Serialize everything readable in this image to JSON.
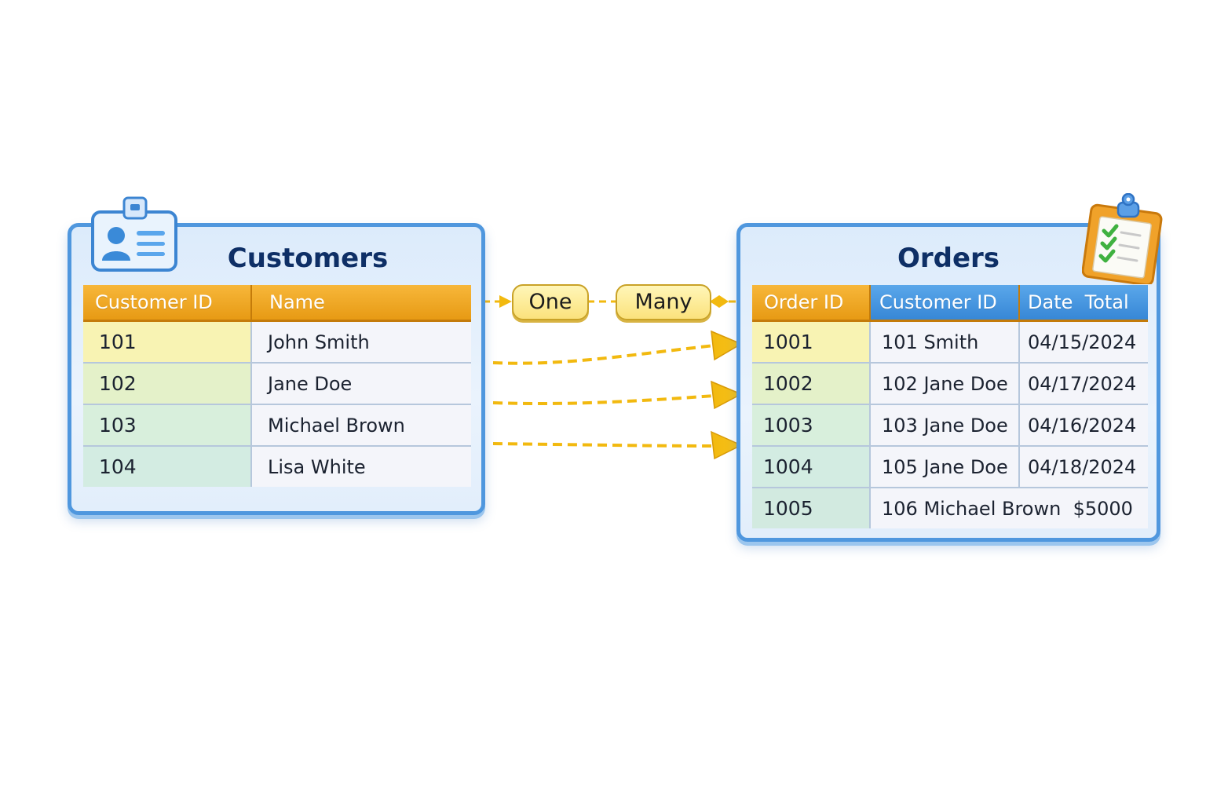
{
  "colors": {
    "panel_border": "#4f97de",
    "header_orange": "#e79a14",
    "header_blue": "#3787d6",
    "connector": "#f2b90f",
    "title": "#0e2f66"
  },
  "customers": {
    "icon": "id-card-icon",
    "title": "Customers",
    "columns": [
      "Customer ID",
      "Name"
    ],
    "rows": [
      [
        "101",
        "John Smith"
      ],
      [
        "102",
        "Jane Doe"
      ],
      [
        "103",
        "Michael Brown"
      ],
      [
        "104",
        "Lisa White"
      ]
    ]
  },
  "relationship": {
    "one_label": "One",
    "many_label": "Many"
  },
  "orders": {
    "icon": "clipboard-checklist-icon",
    "title": "Orders",
    "columns": [
      "Order ID",
      "Customer ID",
      "Date  Total"
    ],
    "rows": [
      [
        "1001",
        "101 Smith",
        "04/15/2024"
      ],
      [
        "1002",
        "102 Jane Doe",
        "04/17/2024"
      ],
      [
        "1003",
        "103 Jane Doe",
        "04/16/2024"
      ],
      [
        "1004",
        "105 Jane Doe",
        "04/18/2024"
      ],
      [
        "1005",
        "106 Michael Brown  $5000"
      ]
    ]
  }
}
